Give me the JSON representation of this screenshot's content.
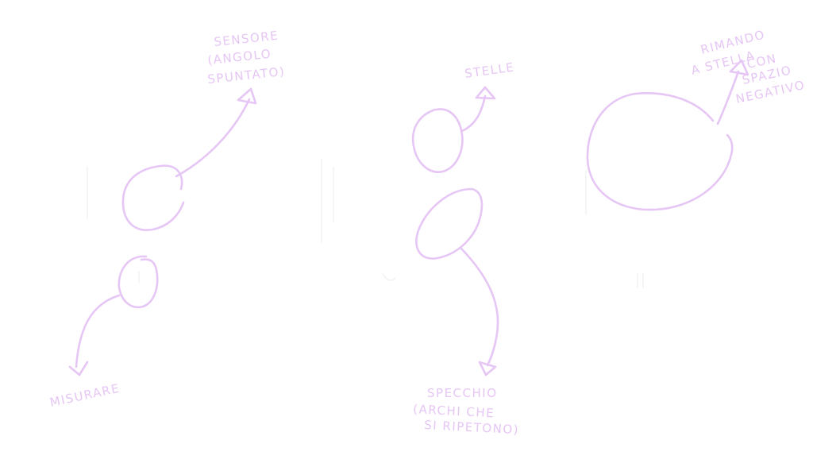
{
  "colors": {
    "ink": "#e6c6f5",
    "background": "#ffffff"
  },
  "annotations": {
    "sensore": [
      "SENSORE",
      "(ANGOLO",
      "SPUNTATO)"
    ],
    "misurare": [
      "MISURARE"
    ],
    "stelle": [
      "STELLE"
    ],
    "specchio": [
      "SPECCHIO",
      "(ARCHI CHE",
      "SI RIPETONO)"
    ],
    "rimando": [
      "RIMANDO",
      "A STELLA",
      "CON",
      "SPAZIO",
      "NEGATIVO"
    ]
  }
}
